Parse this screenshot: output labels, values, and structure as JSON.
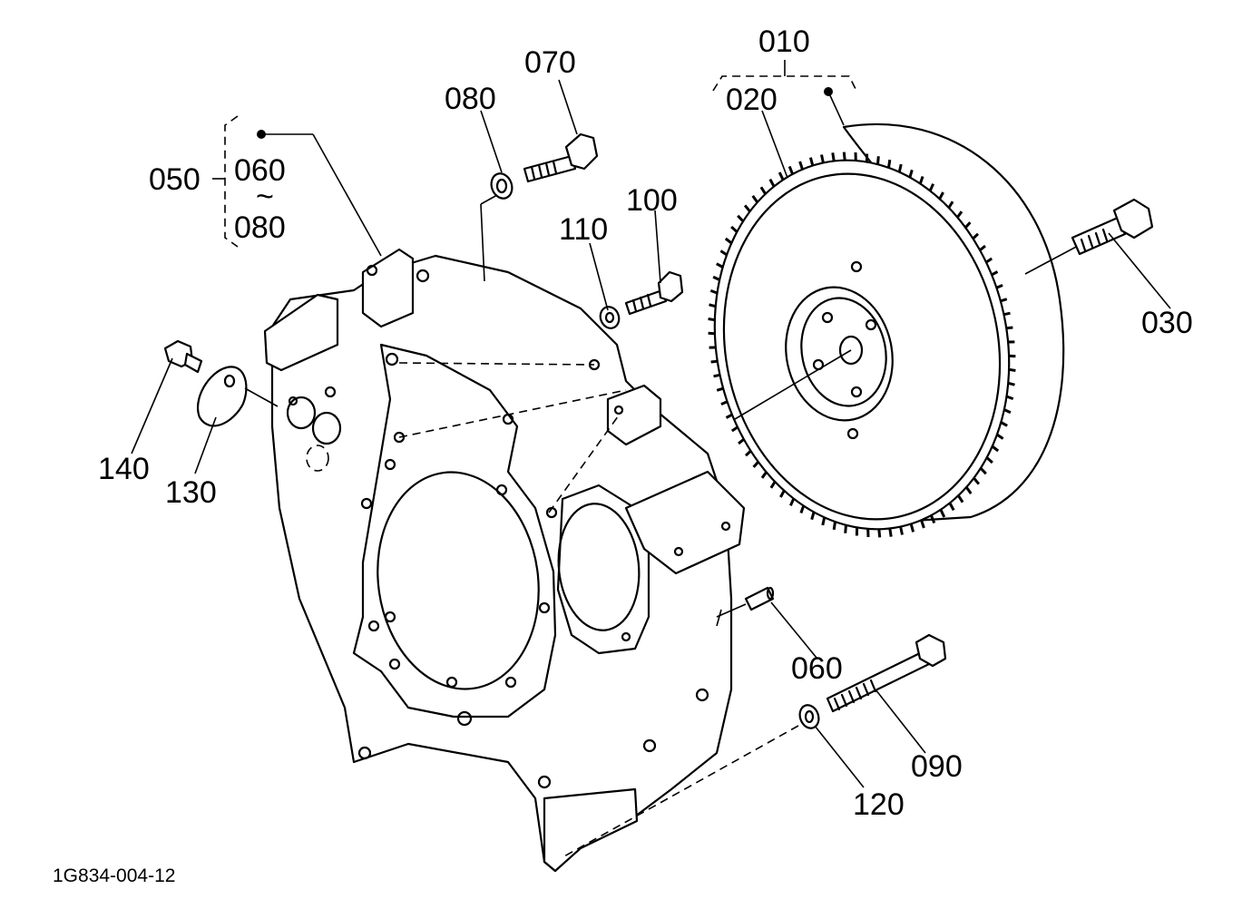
{
  "drawing_code": "1G834-004-12",
  "labels": {
    "p010": "010",
    "p020": "020",
    "p030": "030",
    "p050": "050",
    "p060_top": "060",
    "p080_top": "080",
    "p060": "060",
    "p070": "070",
    "p080": "080",
    "p090": "090",
    "p100": "100",
    "p110": "110",
    "p120": "120",
    "p130": "130",
    "p140": "140",
    "range_tilde": "~"
  }
}
